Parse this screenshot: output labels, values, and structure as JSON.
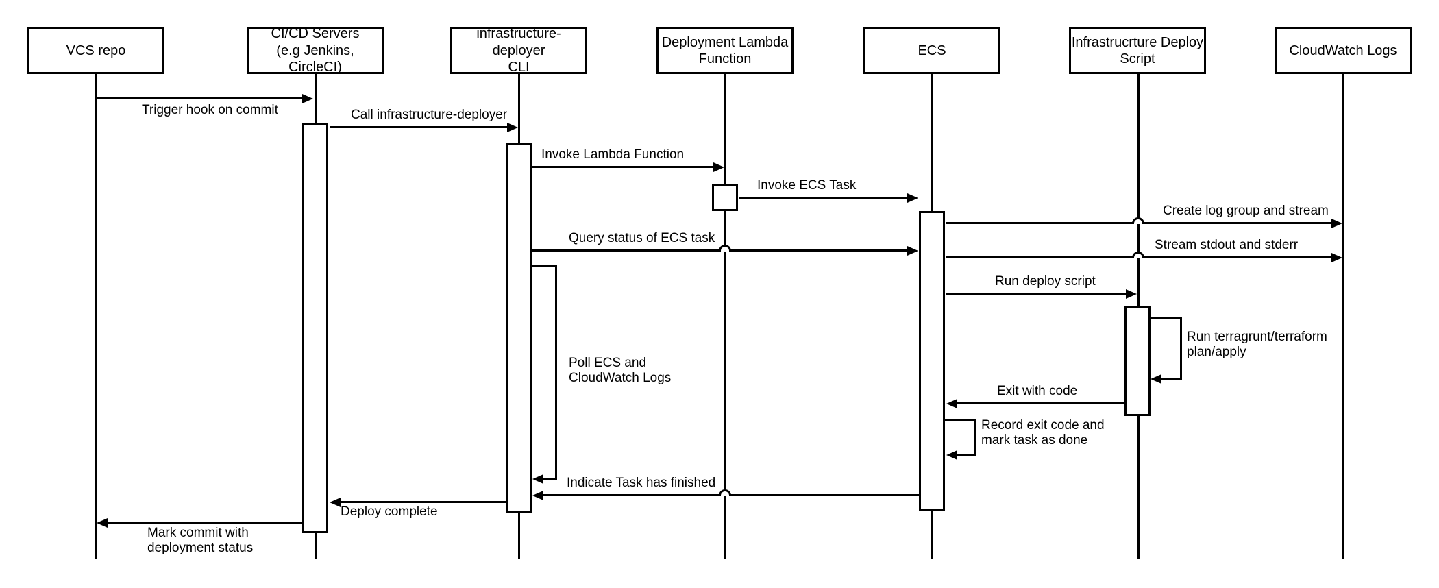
{
  "diagram": {
    "type": "sequence-diagram",
    "background_color": "#ffffff",
    "line_color": "#000000",
    "actors": [
      {
        "label": "VCS repo"
      },
      {
        "label": "CI/CD Servers\n(e.g Jenkins, CircleCI)"
      },
      {
        "label": "infrastructure-deployer\nCLI"
      },
      {
        "label": "Deployment Lambda\nFunction"
      },
      {
        "label": "ECS"
      },
      {
        "label": "Infrastrucrture Deploy\nScript"
      },
      {
        "label": "CloudWatch Logs"
      }
    ],
    "messages": [
      {
        "label": "Trigger hook on commit",
        "from": "VCS repo",
        "to": "CI/CD Servers"
      },
      {
        "label": "Call infrastructure-deployer",
        "from": "CI/CD Servers",
        "to": "infrastructure-deployer CLI"
      },
      {
        "label": "Invoke Lambda Function",
        "from": "infrastructure-deployer CLI",
        "to": "Deployment Lambda Function"
      },
      {
        "label": "Invoke ECS Task",
        "from": "Deployment Lambda Function",
        "to": "ECS"
      },
      {
        "label": "Create log group and stream",
        "from": "ECS",
        "to": "CloudWatch Logs"
      },
      {
        "label": "Query status of ECS task",
        "from": "infrastructure-deployer CLI",
        "to": "ECS"
      },
      {
        "label": "Stream stdout and stderr",
        "from": "ECS",
        "to": "CloudWatch Logs"
      },
      {
        "label": "Run deploy script",
        "from": "ECS",
        "to": "Infrastrucrture Deploy Script"
      },
      {
        "label": "Run terragrunt/terraform\nplan/apply",
        "from": "Infrastrucrture Deploy Script",
        "to": "Infrastrucrture Deploy Script"
      },
      {
        "label": "Poll ECS and\nCloudWatch Logs",
        "from": "infrastructure-deployer CLI",
        "to": "infrastructure-deployer CLI"
      },
      {
        "label": "Exit with code",
        "from": "Infrastrucrture Deploy Script",
        "to": "ECS"
      },
      {
        "label": "Record exit code and\nmark task as done",
        "from": "ECS",
        "to": "ECS"
      },
      {
        "label": "Indicate Task has finished",
        "from": "ECS",
        "to": "infrastructure-deployer CLI"
      },
      {
        "label": "Deploy complete",
        "from": "infrastructure-deployer CLI",
        "to": "CI/CD Servers"
      },
      {
        "label": "Mark commit with\ndeployment status",
        "from": "CI/CD Servers",
        "to": "VCS repo"
      }
    ]
  }
}
